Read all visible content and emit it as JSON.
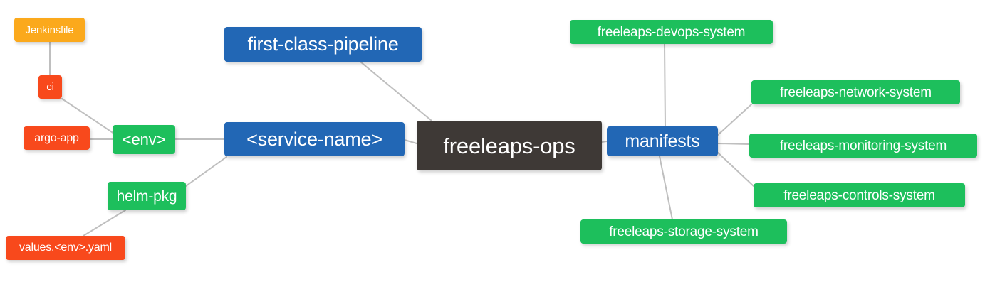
{
  "diagram": {
    "type": "mindmap",
    "title": "freeleaps-ops",
    "background": "#ffffff",
    "edge_color": "#BFBFBF",
    "palette": {
      "root": "#3E3936",
      "blue": "#2267B5",
      "green": "#1DBF5C",
      "red": "#F8491C",
      "orange": "#FBA91C",
      "text": "#ffffff"
    },
    "nodes": [
      {
        "id": "freeleaps-ops",
        "label": "freeleaps-ops",
        "color": "root",
        "level": 0
      },
      {
        "id": "service-name",
        "label": "<service-name>",
        "color": "blue",
        "level": 1
      },
      {
        "id": "manifests",
        "label": "manifests",
        "color": "blue",
        "level": 1
      },
      {
        "id": "first-class-pipeline",
        "label": "first-class-pipeline",
        "color": "blue",
        "level": 1
      },
      {
        "id": "env",
        "label": "<env>",
        "color": "green",
        "level": 2
      },
      {
        "id": "helm-pkg",
        "label": "helm-pkg",
        "color": "green",
        "level": 2
      },
      {
        "id": "ci",
        "label": "ci",
        "color": "red",
        "level": 3
      },
      {
        "id": "argo-app",
        "label": "argo-app",
        "color": "red",
        "level": 3
      },
      {
        "id": "jenkinsfile",
        "label": "Jenkinsfile",
        "color": "orange",
        "level": 4
      },
      {
        "id": "values-env-yaml",
        "label": "values.<env>.yaml",
        "color": "red",
        "level": 3
      },
      {
        "id": "freeleaps-devops-system",
        "label": "freeleaps-devops-system",
        "color": "green",
        "level": 2
      },
      {
        "id": "freeleaps-network-system",
        "label": "freeleaps-network-system",
        "color": "green",
        "level": 2
      },
      {
        "id": "freeleaps-monitoring-system",
        "label": "freeleaps-monitoring-system",
        "color": "green",
        "level": 2
      },
      {
        "id": "freeleaps-controls-system",
        "label": "freeleaps-controls-system",
        "color": "green",
        "level": 2
      },
      {
        "id": "freeleaps-storage-system",
        "label": "freeleaps-storage-system",
        "color": "green",
        "level": 2
      }
    ],
    "edges": [
      {
        "from": "freeleaps-ops",
        "to": "service-name"
      },
      {
        "from": "freeleaps-ops",
        "to": "manifests"
      },
      {
        "from": "service-name",
        "to": "first-class-pipeline"
      },
      {
        "from": "service-name",
        "to": "env"
      },
      {
        "from": "service-name",
        "to": "helm-pkg"
      },
      {
        "from": "env",
        "to": "ci"
      },
      {
        "from": "env",
        "to": "argo-app"
      },
      {
        "from": "ci",
        "to": "jenkinsfile"
      },
      {
        "from": "helm-pkg",
        "to": "values-env-yaml"
      },
      {
        "from": "manifests",
        "to": "freeleaps-devops-system"
      },
      {
        "from": "manifests",
        "to": "freeleaps-network-system"
      },
      {
        "from": "manifests",
        "to": "freeleaps-monitoring-system"
      },
      {
        "from": "manifests",
        "to": "freeleaps-controls-system"
      },
      {
        "from": "manifests",
        "to": "freeleaps-storage-system"
      }
    ]
  }
}
